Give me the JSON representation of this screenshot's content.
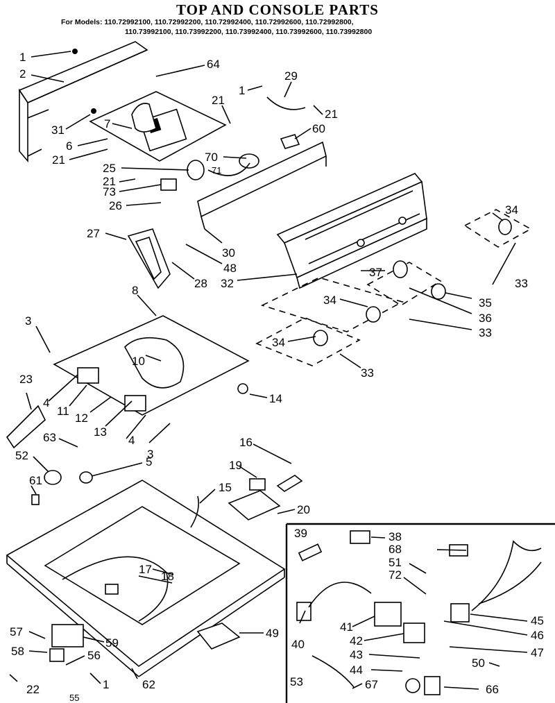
{
  "title": "TOP AND CONSOLE PARTS",
  "models": {
    "prefix": "For Models:",
    "line1": "110.72992100, 110.72992200, 110.72992400, 110.72992600, 110.72992800,",
    "line2": "110.73992100, 110.73992200, 110.73992400, 110.73992600, 110.73992800"
  },
  "callouts": {
    "c1a": "1",
    "c2": "2",
    "c64": "64",
    "c1b": "1",
    "c29": "29",
    "c21a": "21",
    "c21b": "21",
    "c60": "60",
    "c31": "31",
    "c7": "7",
    "c6": "6",
    "c21c": "21",
    "c70": "70",
    "c71": "71",
    "c25": "25",
    "c21d": "21",
    "c73": "73",
    "c26": "26",
    "c27": "27",
    "c30": "30",
    "c48": "48",
    "c28": "28",
    "c32": "32",
    "c34a": "34",
    "c37": "37",
    "c34b": "34",
    "c33a": "33",
    "c35": "35",
    "c36": "36",
    "c33b": "33",
    "c34c": "34",
    "c33c": "33",
    "c8": "8",
    "c3a": "3",
    "c10": "10",
    "c14": "14",
    "c23": "23",
    "c4a": "4",
    "c11": "11",
    "c12": "12",
    "c13": "13",
    "c4b": "4",
    "c3b": "3",
    "c63": "63",
    "c52": "52",
    "c5": "5",
    "c16": "16",
    "c19": "19",
    "c15": "15",
    "c20": "20",
    "c61": "61",
    "c39": "39",
    "c38": "38",
    "c68": "68",
    "c51": "51",
    "c72": "72",
    "c45": "45",
    "c17": "17",
    "c18": "18",
    "c40": "40",
    "c41": "41",
    "c46": "46",
    "c42": "42",
    "c47": "47",
    "c43": "43",
    "c50": "50",
    "c44": "44",
    "c53": "53",
    "c67": "67",
    "c66": "66",
    "c57": "57",
    "c59": "59",
    "c58": "58",
    "c56": "56",
    "c49": "49",
    "c22": "22",
    "c1c": "1",
    "c62": "62",
    "c55": "55"
  }
}
